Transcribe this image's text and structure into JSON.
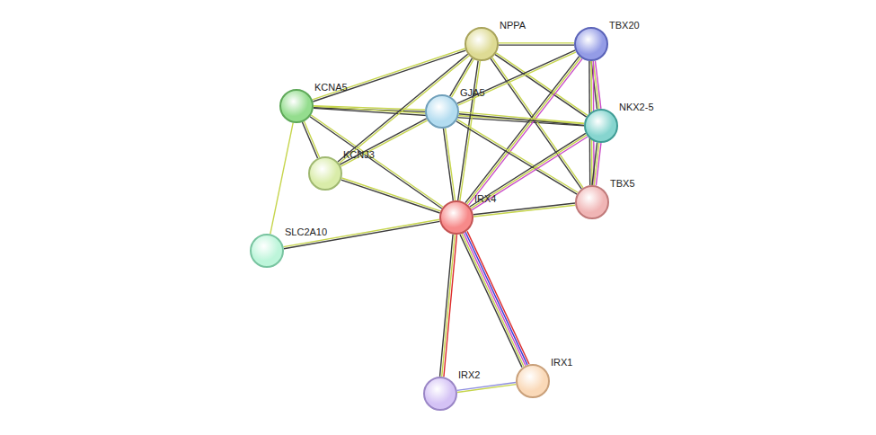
{
  "diagram": {
    "nodes": [
      {
        "text": [
          "NPPA"
        ]
      },
      {
        "text": [
          "TBX20"
        ]
      },
      {
        "text": [
          "KCNA5"
        ]
      },
      {
        "text": [
          "GJA5"
        ]
      },
      {
        "text": [
          "NKX2-5"
        ]
      },
      {
        "text": [
          "KCNJ3"
        ]
      },
      {
        "text": [
          "TBX5"
        ]
      },
      {
        "text": [
          "IRX4"
        ]
      },
      {
        "text": [
          "SLC2A10"
        ]
      },
      {
        "text": [
          "IRX2"
        ]
      },
      {
        "text": [
          "IRX1"
        ]
      }
    ],
    "edges": [
      {
        "from": 2,
        "to": 0,
        "arrow": "none"
      },
      {
        "from": 2,
        "to": 3,
        "arrow": "none"
      },
      {
        "from": 2,
        "to": 4,
        "arrow": "none"
      },
      {
        "from": 2,
        "to": 5,
        "arrow": "none"
      },
      {
        "from": 2,
        "to": 7,
        "arrow": "none"
      },
      {
        "from": 2,
        "to": 8,
        "arrow": "none"
      },
      {
        "from": 0,
        "to": 1,
        "arrow": "none"
      },
      {
        "from": 0,
        "to": 3,
        "arrow": "none"
      },
      {
        "from": 0,
        "to": 4,
        "arrow": "none"
      },
      {
        "from": 0,
        "to": 6,
        "arrow": "none"
      },
      {
        "from": 0,
        "to": 7,
        "arrow": "none"
      },
      {
        "from": 0,
        "to": 5,
        "arrow": "none"
      },
      {
        "from": 1,
        "to": 3,
        "arrow": "none"
      },
      {
        "from": 1,
        "to": 4,
        "arrow": "none"
      },
      {
        "from": 1,
        "to": 6,
        "arrow": "none"
      },
      {
        "from": 1,
        "to": 7,
        "arrow": "none"
      },
      {
        "from": 3,
        "to": 4,
        "arrow": "none"
      },
      {
        "from": 3,
        "to": 6,
        "arrow": "none"
      },
      {
        "from": 3,
        "to": 5,
        "arrow": "none"
      },
      {
        "from": 3,
        "to": 7,
        "arrow": "none"
      },
      {
        "from": 4,
        "to": 6,
        "arrow": "none"
      },
      {
        "from": 4,
        "to": 7,
        "arrow": "none"
      },
      {
        "from": 6,
        "to": 7,
        "arrow": "none"
      },
      {
        "from": 5,
        "to": 7,
        "arrow": "none"
      },
      {
        "from": 8,
        "to": 7,
        "arrow": "none"
      },
      {
        "from": 7,
        "to": 9,
        "arrow": "none"
      },
      {
        "from": 7,
        "to": 10,
        "arrow": "none"
      },
      {
        "from": 9,
        "to": 10,
        "arrow": "none"
      }
    ]
  }
}
